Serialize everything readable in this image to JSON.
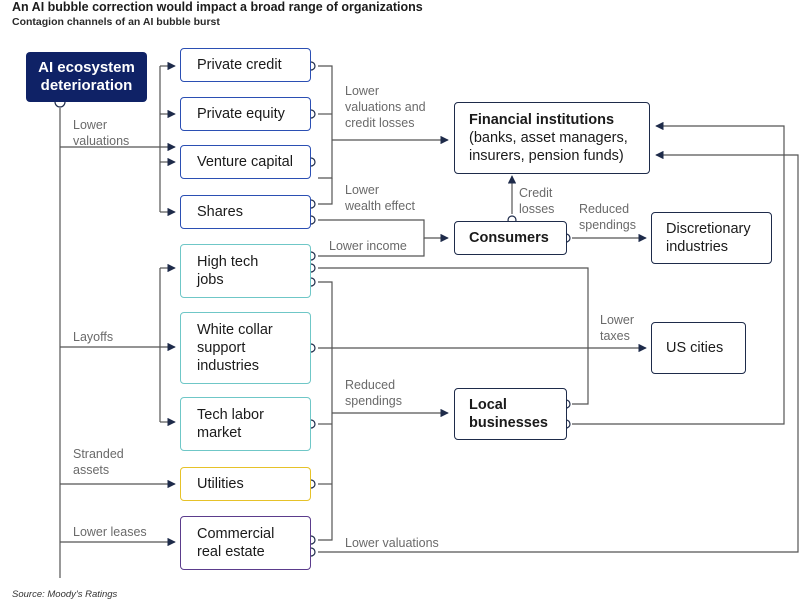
{
  "title": "An AI bubble correction would impact a broad range of organizations",
  "subtitle": "Contagion channels of an AI bubble burst",
  "source": "Source: Moody's Ratings",
  "colors": {
    "navy": "#0f2266",
    "blue": "#2b4fb3",
    "teal": "#6fc7c7",
    "yellow": "#e6c229",
    "purple": "#5b3c8c",
    "dark": "#1e2b4a",
    "line": "#555555"
  },
  "nodes": {
    "ai_ecosystem": "AI ecosystem\ndeterioration",
    "private_credit": "Private credit",
    "private_equity": "Private equity",
    "venture_capital": "Venture capital",
    "shares": "Shares",
    "high_tech_jobs": "High tech\njobs",
    "white_collar": "White collar\nsupport\nindustries",
    "tech_labor": "Tech labor\nmarket",
    "utilities": "Utilities",
    "commercial_real_estate": "Commercial\nreal estate",
    "financial_institutions_title": "Financial institutions",
    "financial_institutions_detail": "(banks, asset managers,\ninsurers, pension funds)",
    "consumers": "Consumers",
    "discretionary": "Discretionary\nindustries",
    "us_cities": "US cities",
    "local_businesses": "Local\nbusinesses"
  },
  "edge_labels": {
    "lower_valuations_left": "Lower\nvaluations",
    "layoffs": "Layoffs",
    "stranded_assets": "Stranded\nassets",
    "lower_leases": "Lower leases",
    "lower_valuations_credit": "Lower\nvaluations and\ncredit losses",
    "lower_wealth_effect": "Lower\nwealth effect",
    "lower_income": "Lower income",
    "credit_losses": "Credit\nlosses",
    "reduced_spendings_top": "Reduced\nspendings",
    "lower_taxes": "Lower\ntaxes",
    "reduced_spendings_mid": "Reduced\nspendings",
    "lower_valuations_bottom": "Lower valuations"
  }
}
